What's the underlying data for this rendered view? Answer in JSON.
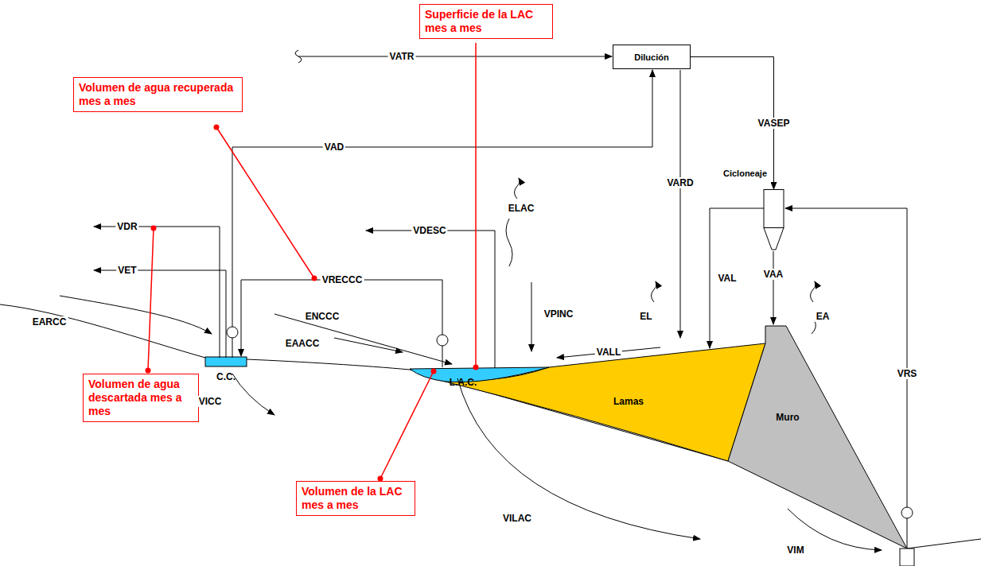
{
  "diagram": {
    "nodes": [
      {
        "text": [
          "Superficie de la LAC mes a mes"
        ]
      },
      {
        "text": [
          "Dilución"
        ]
      },
      {
        "text": [
          "Volumen de agua recuperada mes a mes"
        ]
      },
      {
        "text": [
          "Cicloneaje"
        ]
      },
      {
        "text": [
          "Volumen de agua descartada mes a mes"
        ]
      },
      {
        "text": [
          "Volumen de la LAC mes a mes"
        ]
      }
    ],
    "edges": [
      {
        "from": 1,
        "to": 3,
        "label": "VASEP",
        "arrow": "to"
      }
    ],
    "labels": [
      "VATR",
      "VAD",
      "VDR",
      "VET",
      "VRECCC",
      "EARCC",
      "ENCCC",
      "EAACC",
      "VDESC",
      "ELAC",
      "VPINC",
      "EL",
      "VARD",
      "VAL",
      "VAA",
      "EA",
      "VALL",
      "VRS",
      "C.C.",
      "L.A.C.",
      "Lamas",
      "Muro",
      "VICC",
      "VILAC",
      "VIM"
    ]
  }
}
